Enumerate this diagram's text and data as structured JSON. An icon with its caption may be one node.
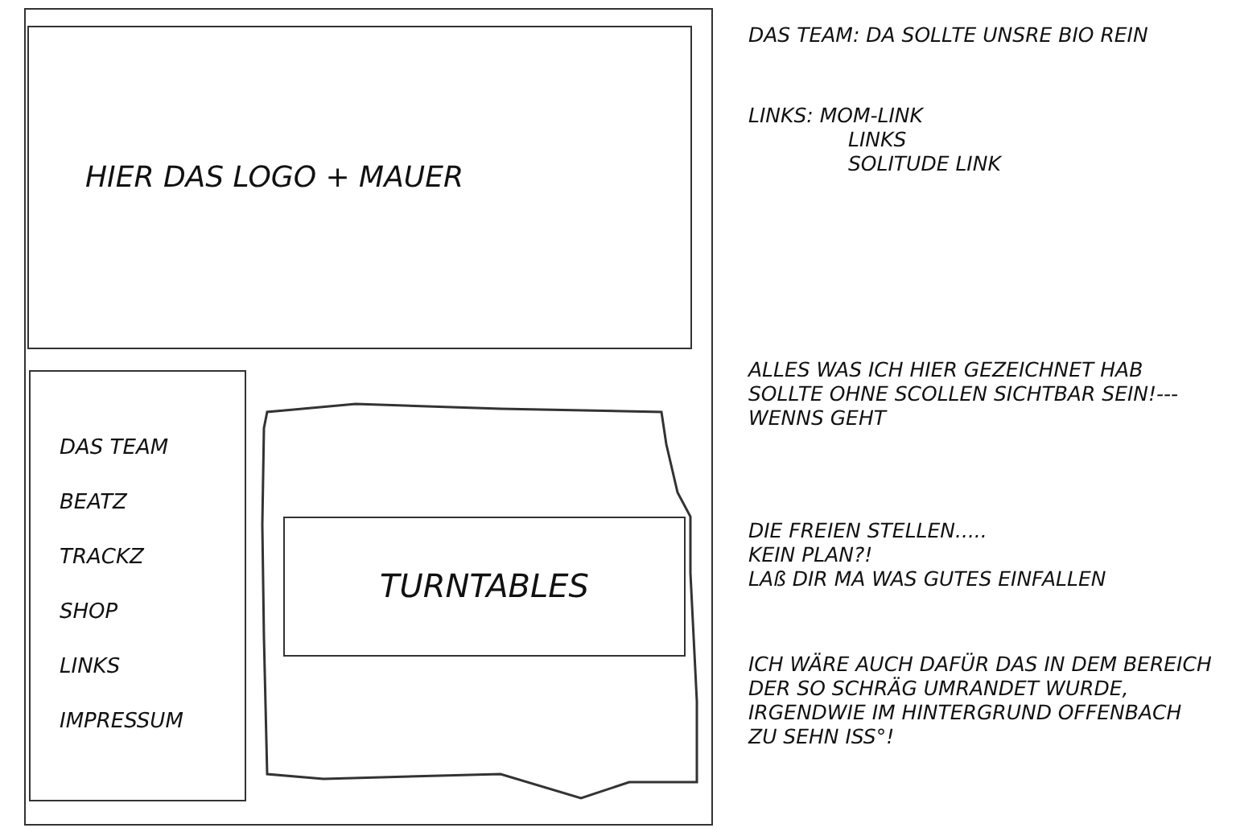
{
  "diagram": {
    "nodes": [
      {
        "text": [],
        "shape": "box"
      },
      {
        "text": [
          "HIER DAS LOGO + MAUER"
        ],
        "in": 0
      },
      {
        "text": [
          "DAS TEAM",
          "BEATZ",
          "TRACKZ",
          "SHOP",
          "LINKS",
          "IMPRESSUM"
        ],
        "in": 0
      },
      {
        "text": [],
        "shape": "blob",
        "in": 0
      },
      {
        "text": [
          "TURNTABLES"
        ],
        "in": 3
      }
    ],
    "labels": [
      "DAS TEAM: DA SOLLTE UNSRE BIO REIN",
      "LINKS: MOM-LINK",
      "LINKS",
      "SOLITUDE LINK",
      "ALLES WAS ICH HIER GEZEICHNET HAB SOLLTE OHNE SCOLLEN SICHTBAR SEIN!---WENNS GEHT",
      "DIE FREIEN STELLEN.....",
      "KEIN PLAN?!",
      "LAß DIR MA WAS GUTES EINFALLEN",
      "ICH WÄRE AUCH DAFÜR DAS IN DEM BEREICH DER SO SCHRÄG UMRANDET WURDE, IRGENDWIE IM HINTERGRUND OFFENBACH ZU SEHN ISS°!"
    ]
  }
}
